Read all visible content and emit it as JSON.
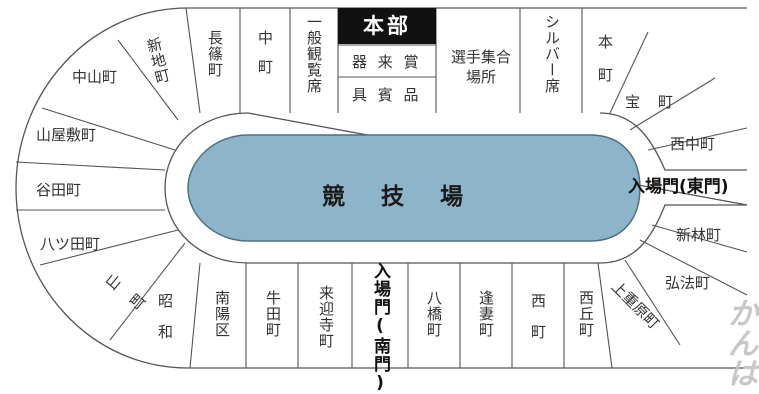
{
  "track": {
    "label": "競 技 場"
  },
  "headquarters": {
    "label": "本部"
  },
  "gates": {
    "east": "入場門(東門)",
    "south": "入場門(南門)"
  },
  "award_box": {
    "line1": "器 来 賞",
    "line2": "具 賓 品"
  },
  "top_row": [
    "新地町",
    "長篠町",
    "中町",
    "一般観覧席",
    "選手集合場所",
    "シルバー席",
    "本町"
  ],
  "left_side": [
    "中山町",
    "山屋敷町",
    "谷田町",
    "八ツ田町"
  ],
  "right_side": [
    "宝町",
    "西中町",
    "新林町",
    "弘法町",
    "上重原町"
  ],
  "bottom_row": [
    "山町",
    "昭和",
    "南陽区",
    "牛田町",
    "来迎寺町",
    "八橋町",
    "逢妻町",
    "西町",
    "西丘町"
  ],
  "colors": {
    "track_fill": "#8db4c9",
    "line": "#555555",
    "header": "#111111"
  }
}
